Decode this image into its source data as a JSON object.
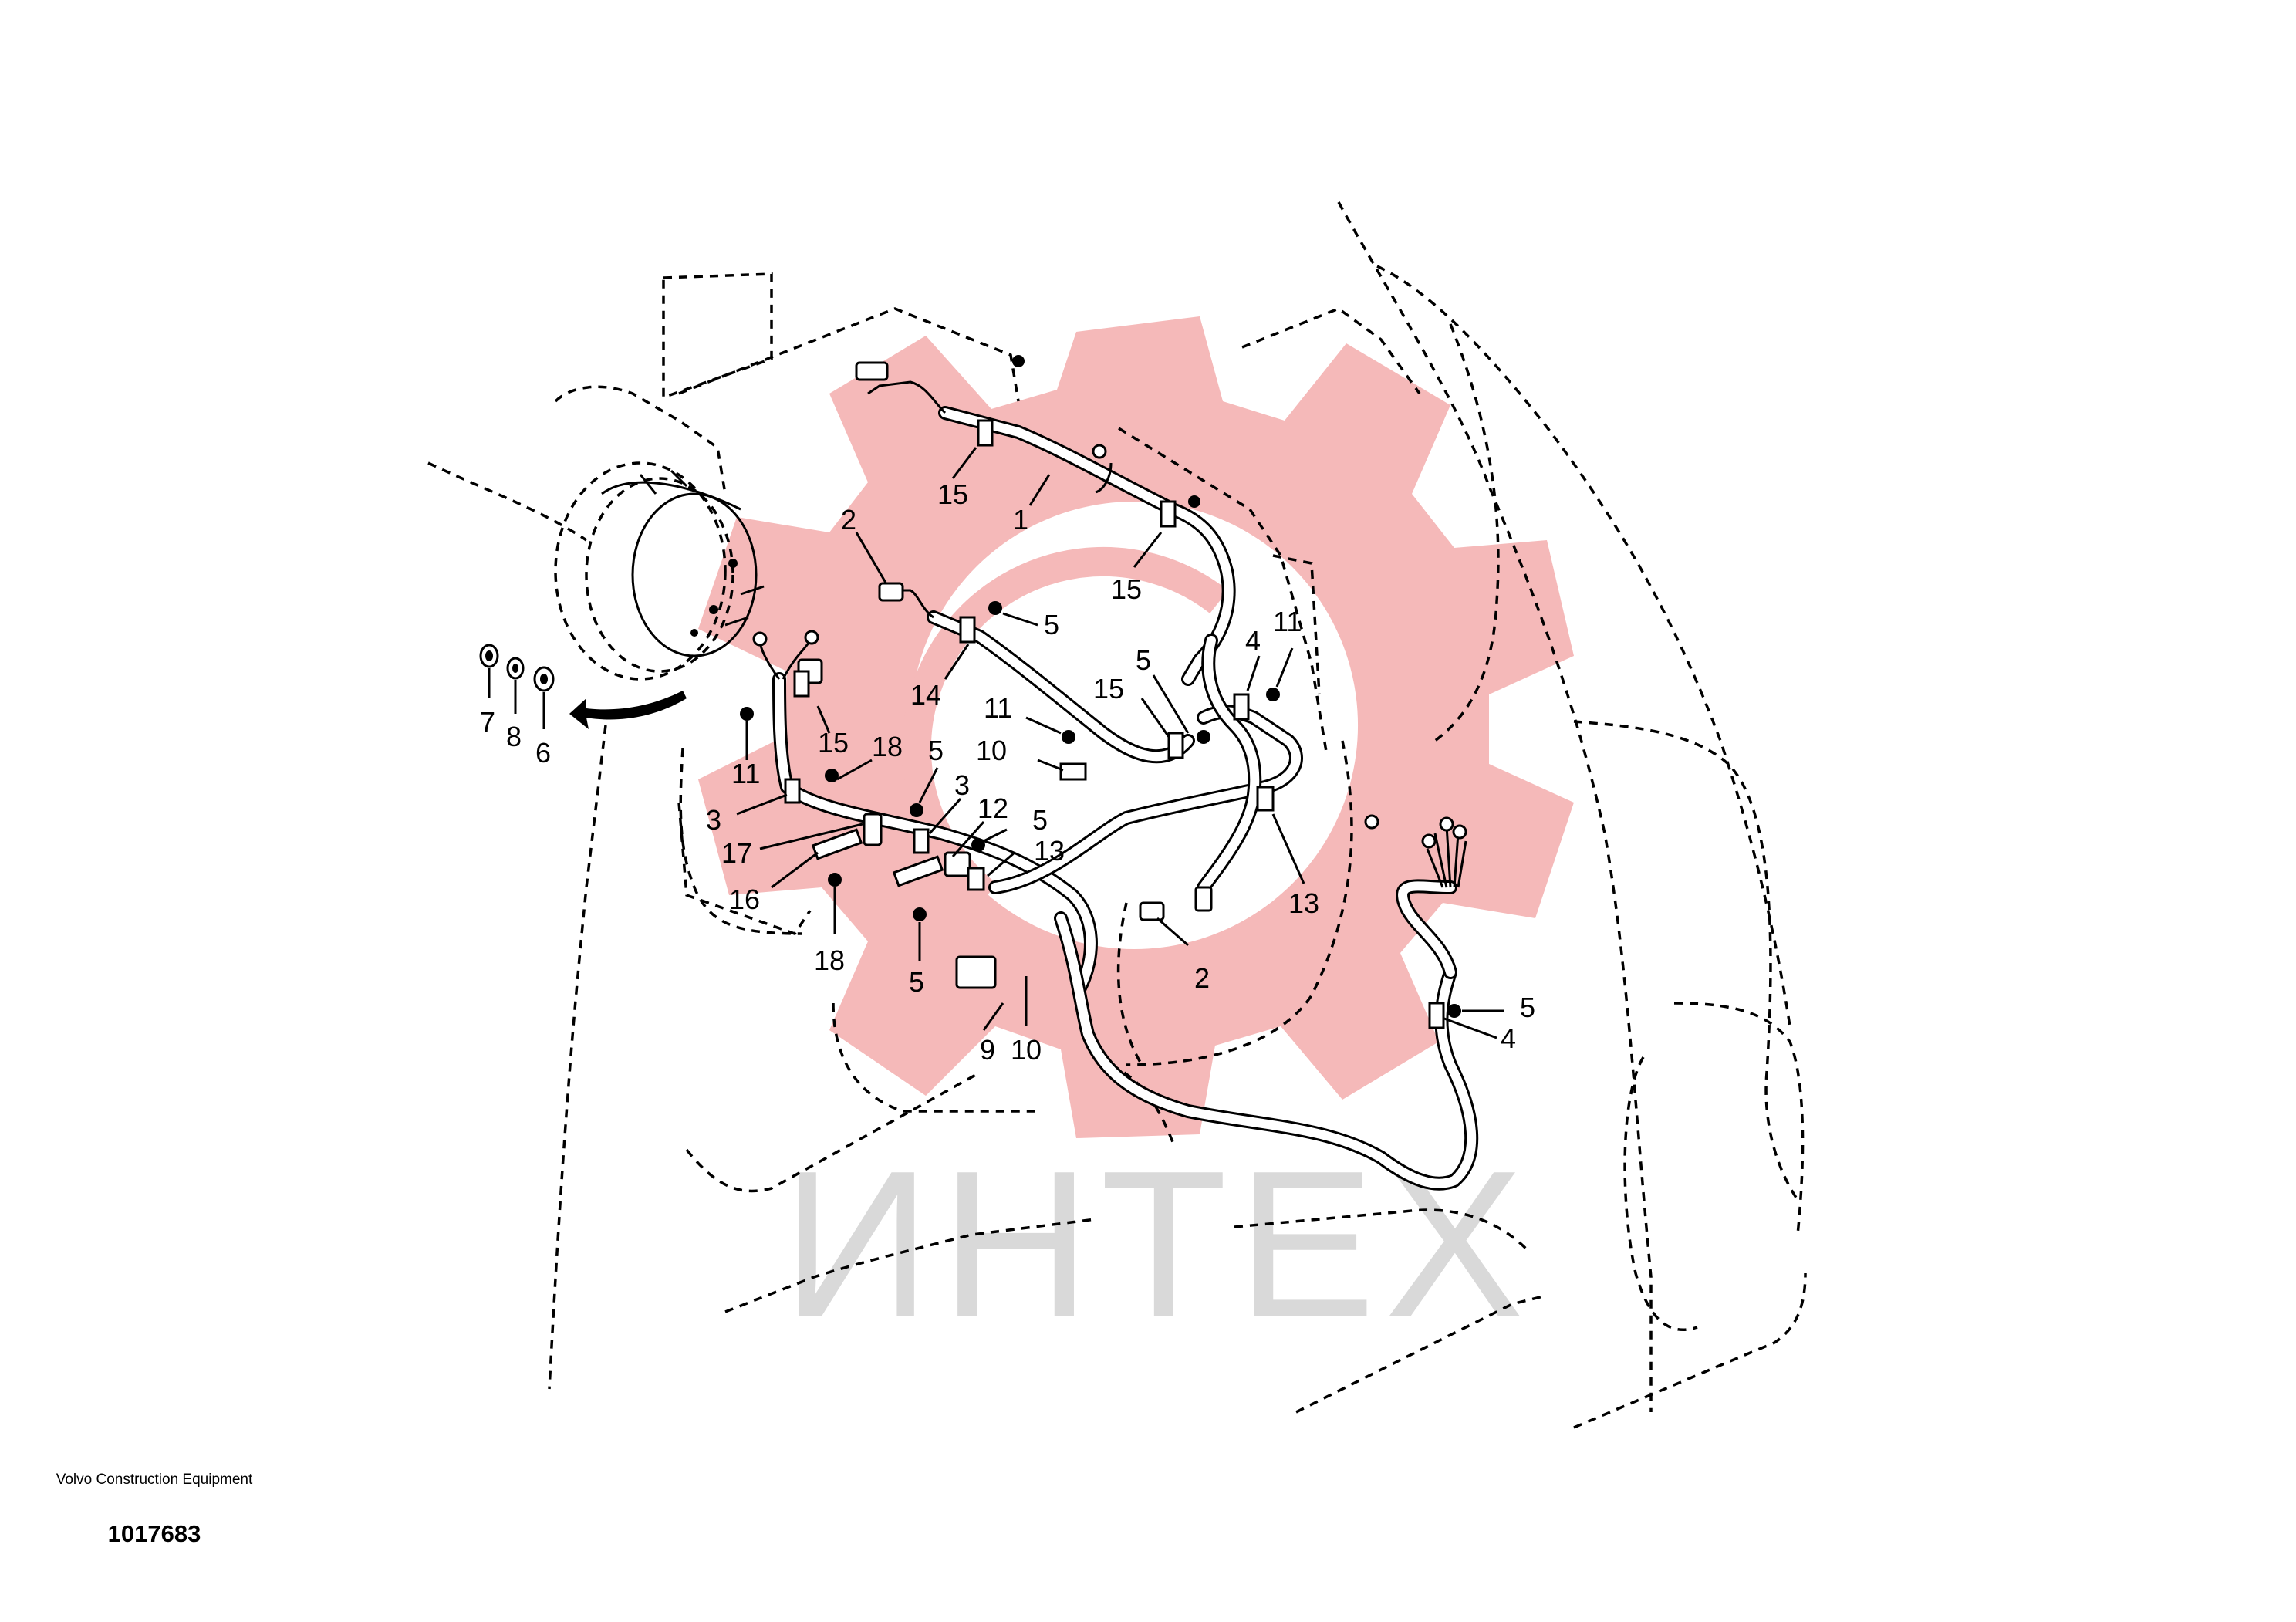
{
  "watermark": {
    "text": "ИНТЕХ",
    "gear_color": "#f5b9b9",
    "text_color": "#d9d9d9"
  },
  "caption": {
    "manufacturer": "Volvo Construction Equipment",
    "catalog_number": "1017683"
  },
  "callouts": {
    "c1": "1",
    "c2a": "2",
    "c2b": "2",
    "c3a": "3",
    "c3b": "3",
    "c4a": "4",
    "c4b": "4",
    "c5a": "5",
    "c5b": "5",
    "c5c": "5",
    "c5d": "5",
    "c5e": "5",
    "c5f": "5",
    "c6": "6",
    "c7": "7",
    "c8": "8",
    "c9": "9",
    "c10a": "10",
    "c10b": "10",
    "c11a": "11",
    "c11b": "11",
    "c11c": "11",
    "c12": "12",
    "c13a": "13",
    "c13b": "13",
    "c14": "14",
    "c15a": "15",
    "c15b": "15",
    "c15c": "15",
    "c15d": "15",
    "c16": "16",
    "c17": "17",
    "c18a": "18",
    "c18b": "18"
  }
}
